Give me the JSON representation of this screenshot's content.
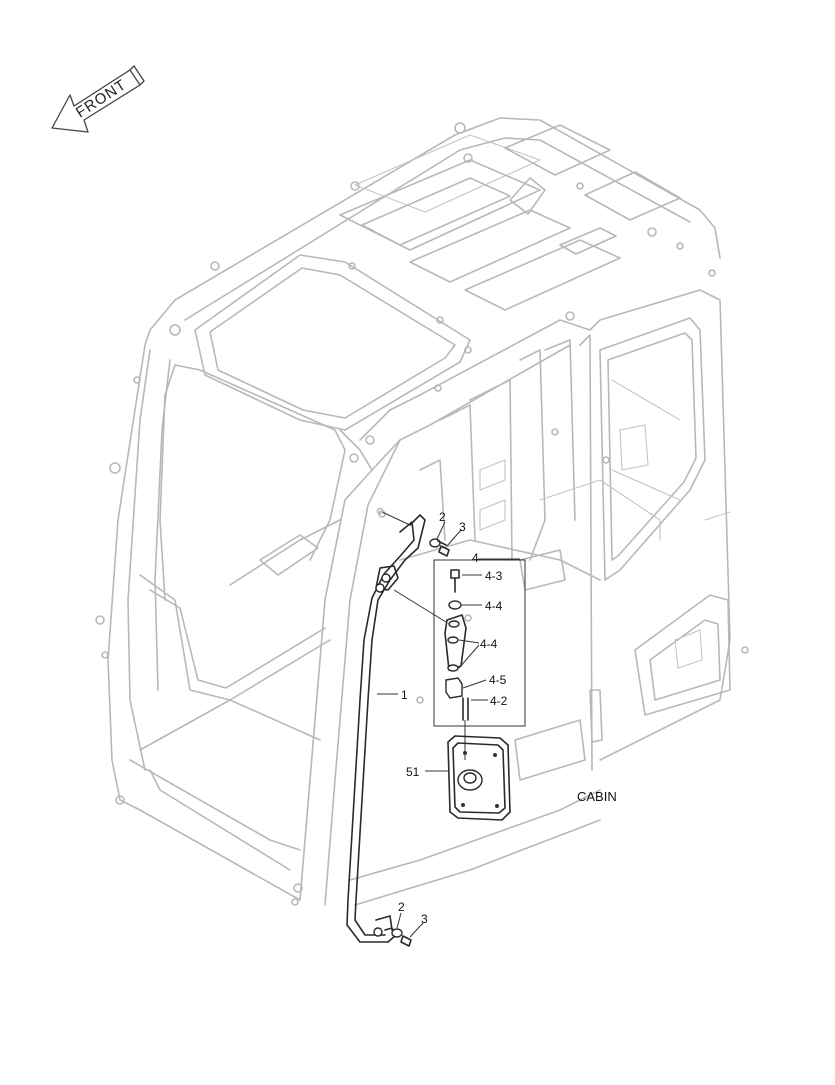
{
  "direction_label": "FRONT",
  "assembly_label": "CABIN",
  "callouts": {
    "mirror_stay": "1",
    "spring_washer_top": "2",
    "bolt_top": "3",
    "spring_washer_bottom": "2",
    "bolt_bottom": "3",
    "mirror_kit": "4",
    "kit_bolt": "4-3",
    "kit_washer_upper": "4-4",
    "kit_washer_lower": "4-4",
    "kit_nut": "4-5",
    "kit_rod": "4-2",
    "mirror": "51"
  }
}
